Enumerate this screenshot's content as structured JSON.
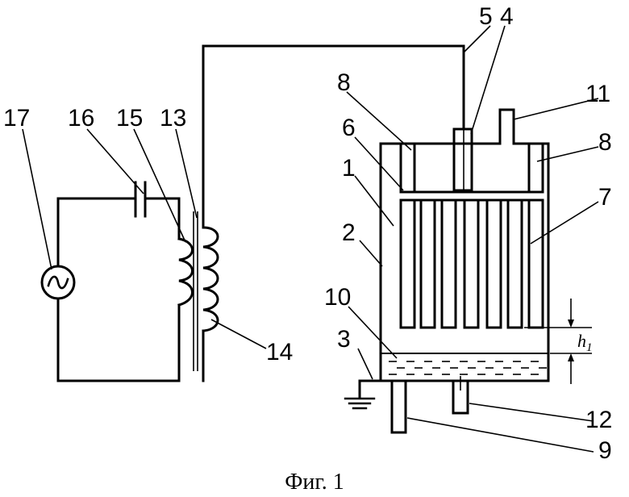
{
  "caption": "Фиг. 1",
  "dimension_label": "h",
  "dimension_sub": "1",
  "labels": {
    "l1": "1",
    "l2": "2",
    "l3": "3",
    "l4": "4",
    "l5": "5",
    "l6": "6",
    "l7": "7",
    "l8a": "8",
    "l8b": "8",
    "l9": "9",
    "l10": "10",
    "l11": "11",
    "l12": "12",
    "l13": "13",
    "l14": "14",
    "l15": "15",
    "l16": "16",
    "l17": "17"
  }
}
